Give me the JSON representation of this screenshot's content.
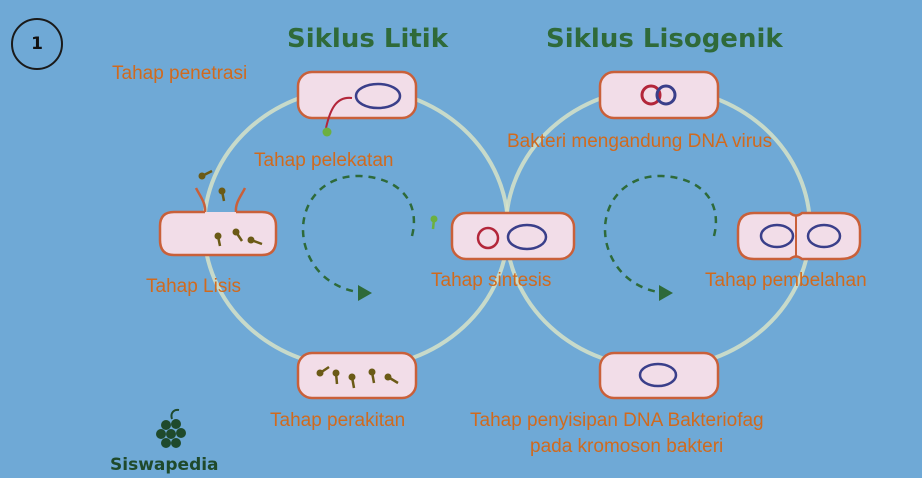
{
  "badge": "1",
  "titles": {
    "litik": "Siklus Litik",
    "lisogenik": "Siklus Lisogenik"
  },
  "labels": {
    "penetrasi": "Tahap penetrasi",
    "pelekatan": "Tahap pelekatan",
    "lisis": "Tahap Lisis",
    "sintesis": "Tahap sintesis",
    "perakitan": "Tahap perakitan",
    "bakteri_dna": "Bakteri mengandung DNA virus",
    "pembelahan": "Tahap pembelahan",
    "penyisipan_line1": "Tahap penyisipan DNA Bakteriofag",
    "penyisipan_line2": "pada kromoson bakteri"
  },
  "brand": "Siswapedia",
  "colors": {
    "background": "#6fa9d6",
    "cell_fill": "#f2dde8",
    "cell_stroke": "#c9603a",
    "label_text": "#d06a1e",
    "title_text": "#2f6a3a",
    "arrow": "#2e6a3a",
    "cycle_ring": "#d7e3c8",
    "dna_blue": "#3a3f8a",
    "dna_red": "#b3263a",
    "phage": "#6b5a16"
  }
}
